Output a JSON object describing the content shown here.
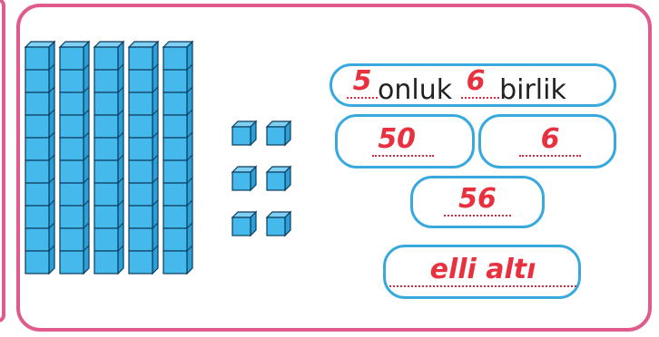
{
  "card": {
    "place_values": {
      "tens_digit": "5",
      "tens_label": "onluk",
      "ones_digit": "6",
      "ones_label": "birlik"
    },
    "tens_value": "50",
    "ones_value": "6",
    "number": "56",
    "number_in_words": "elli altı"
  },
  "model": {
    "rods": 5,
    "unit_cubes": 6
  },
  "colors": {
    "frame": "#e05a8d",
    "pill_border": "#37a9dd",
    "handwriting": "#e8303f",
    "cube_fill": "#46b9ec",
    "cube_stroke": "#0b3b5c"
  }
}
